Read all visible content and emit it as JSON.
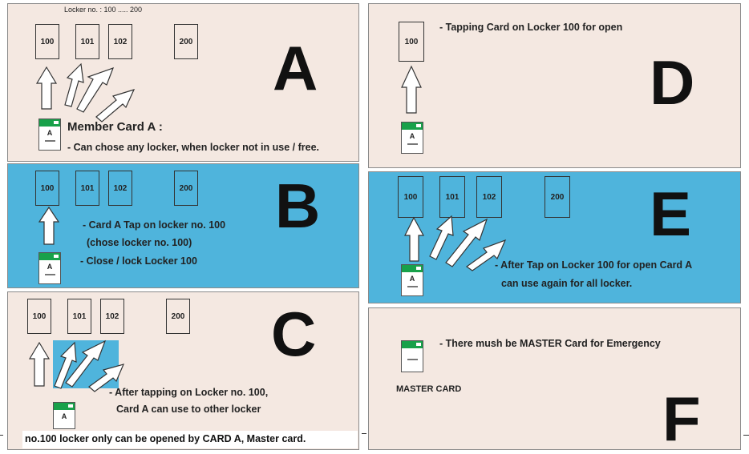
{
  "locker_range": "Locker no. : 100 ..... 200",
  "panels": {
    "A": {
      "letter": "A",
      "lockers": [
        "100",
        "101",
        "102",
        "200"
      ],
      "card_label": "A",
      "title": "Member Card A :",
      "line1": "- Can chose any locker, when locker not  in use / free."
    },
    "B": {
      "letter": "B",
      "lockers": [
        "100",
        "101",
        "102",
        "200"
      ],
      "card_label": "A",
      "line1": "- Card A  Tap on locker  no. 100",
      "line2": "(chose locker no. 100)",
      "line3": "-  Close / lock  Locker 100"
    },
    "C": {
      "letter": "C",
      "lockers": [
        "100",
        "101",
        "102",
        "200"
      ],
      "card_label": "A",
      "line1": "- After tapping on Locker no. 100,",
      "line2": "Card A can        use to other locker"
    },
    "D": {
      "letter": "D",
      "lockers": [
        "100"
      ],
      "card_label": "A",
      "line1": "- Tapping Card on Locker 100  for open"
    },
    "E": {
      "letter": "E",
      "lockers": [
        "100",
        "101",
        "102",
        "200"
      ],
      "card_label": "A",
      "line1": "- After Tap on Locker 100 for open Card A",
      "line2": "can use again for all locker."
    },
    "F": {
      "letter": "F",
      "line1": "- There mush be MASTER Card for Emergency",
      "card_caption": "MASTER CARD"
    }
  },
  "footer_note": "no.100 locker only can be opened by CARD A, Master card.",
  "colors": {
    "beige": "#f4e8e1",
    "blue": "#4fb4dc",
    "card_green": "#18a14a"
  }
}
